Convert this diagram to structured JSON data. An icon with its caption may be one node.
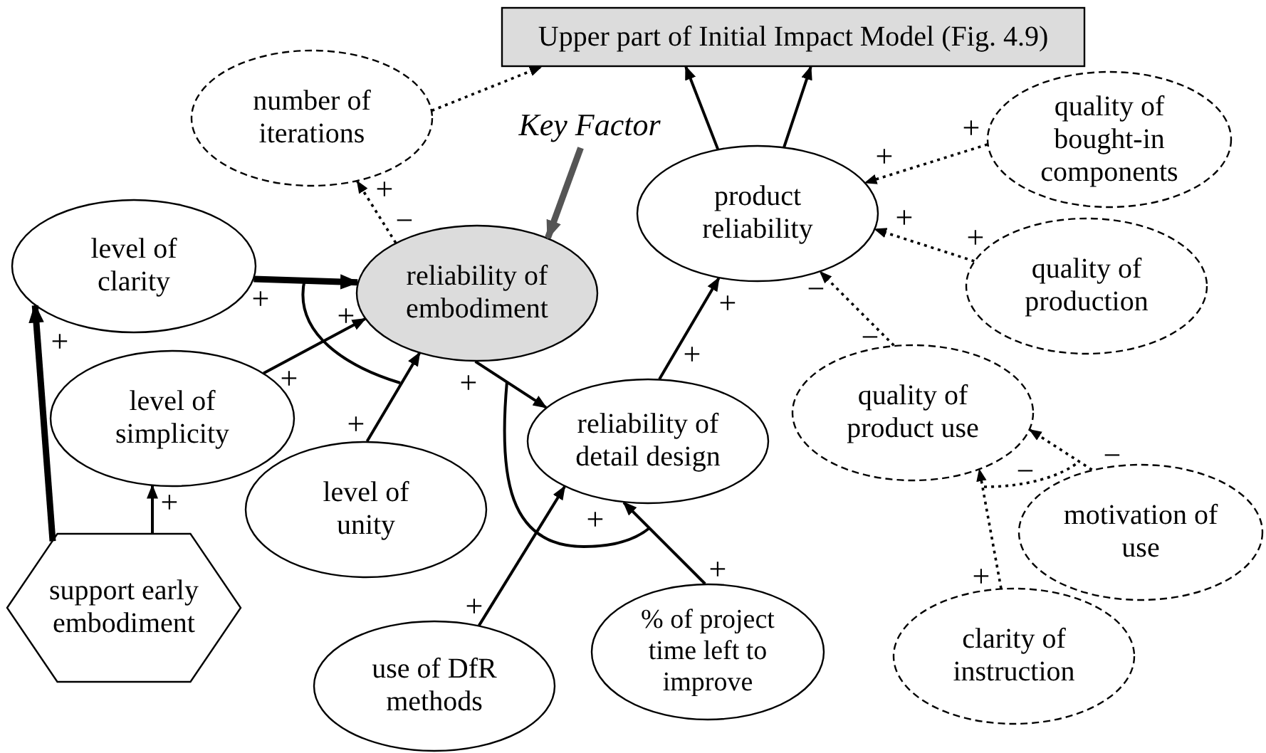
{
  "diagram": {
    "nodes": [
      {
        "text": [
          "Upper part of Initial Impact Model (Fig. 4.9)"
        ]
      },
      {
        "text": [
          "number of iterations"
        ]
      },
      {
        "text": [
          "level of clarity"
        ]
      },
      {
        "text": [
          "reliability of embodiment"
        ]
      },
      {
        "text": [
          "product reliability"
        ]
      },
      {
        "text": [
          "quality of bought-in components"
        ]
      },
      {
        "text": [
          "quality of production"
        ]
      },
      {
        "text": [
          "quality of product use"
        ]
      },
      {
        "text": [
          "level of simplicity"
        ]
      },
      {
        "text": [
          "reliability of detail design"
        ]
      },
      {
        "text": [
          "level of unity"
        ]
      },
      {
        "text": [
          "motivation of use"
        ]
      },
      {
        "text": [
          "support early embodiment"
        ]
      },
      {
        "text": [
          "use of DfR methods"
        ]
      },
      {
        "text": [
          "% of project time left to improve"
        ]
      },
      {
        "text": [
          "clarity of instruction"
        ]
      },
      {
        "text": [
          "Key Factor"
        ]
      }
    ],
    "edges": [
      {
        "from": 1,
        "to": 0,
        "arrow": "to",
        "style": "dashed"
      },
      {
        "from": 3,
        "to": 1,
        "arrow": "to",
        "style": "dashed",
        "label": "+"
      },
      {
        "from": 2,
        "to": 3,
        "arrow": "to",
        "style": "thick",
        "label": "+"
      },
      {
        "from": 8,
        "to": 3,
        "arrow": "to",
        "label": "+"
      },
      {
        "from": 10,
        "to": 3,
        "arrow": "to",
        "label": "+"
      },
      {
        "from": 3,
        "to": 9,
        "arrow": "to",
        "label": "+"
      },
      {
        "from": 13,
        "to": 9,
        "arrow": "to",
        "label": "+"
      },
      {
        "from": 14,
        "to": 9,
        "arrow": "to",
        "label": "+"
      },
      {
        "from": 9,
        "to": 4,
        "arrow": "to",
        "label": "+"
      },
      {
        "from": 4,
        "to": 0,
        "arrow": "to"
      },
      {
        "from": 4,
        "to": 0,
        "arrow": "to"
      },
      {
        "from": 5,
        "to": 4,
        "arrow": "to",
        "style": "dashed",
        "label": "+"
      },
      {
        "from": 6,
        "to": 4,
        "arrow": "to",
        "style": "dashed",
        "label": "+"
      },
      {
        "from": 7,
        "to": 4,
        "arrow": "to",
        "style": "dashed",
        "label": "−"
      },
      {
        "from": 11,
        "to": 7,
        "arrow": "to",
        "style": "dashed",
        "label": "−"
      },
      {
        "from": 15,
        "to": 7,
        "arrow": "to",
        "style": "dashed",
        "label": "+"
      },
      {
        "from": 12,
        "to": 8,
        "arrow": "to",
        "label": "+"
      },
      {
        "from": 12,
        "to": 2,
        "arrow": "to",
        "style": "thick",
        "label": "+"
      },
      {
        "from": 16,
        "to": 3,
        "arrow": "to",
        "style": "thick",
        "color": "#555555"
      }
    ],
    "labels": [
      "+",
      "−",
      "+",
      "+",
      "−",
      "+",
      "−",
      "+"
    ]
  }
}
